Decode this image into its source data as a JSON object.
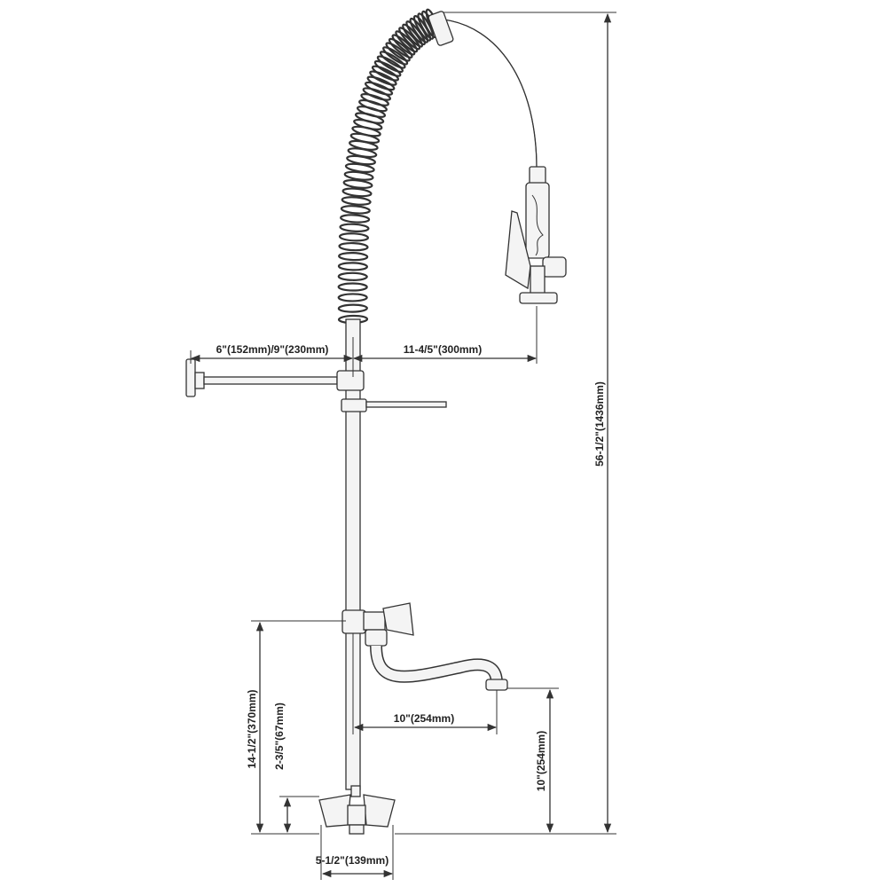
{
  "dimensions": {
    "wall_bracket": "6\"(152mm)/9\"(230mm)",
    "spray_reach": "11-4/5\"(300mm)",
    "total_height": "56-1/2\"(1436mm)",
    "faucet_height": "14-1/2\"(370mm)",
    "base_height": "2-3/5\"(67mm)",
    "spout_reach": "10\"(254mm)",
    "spout_height": "10\"(254mm)",
    "center_spread": "5-1/2\"(139mm)"
  }
}
